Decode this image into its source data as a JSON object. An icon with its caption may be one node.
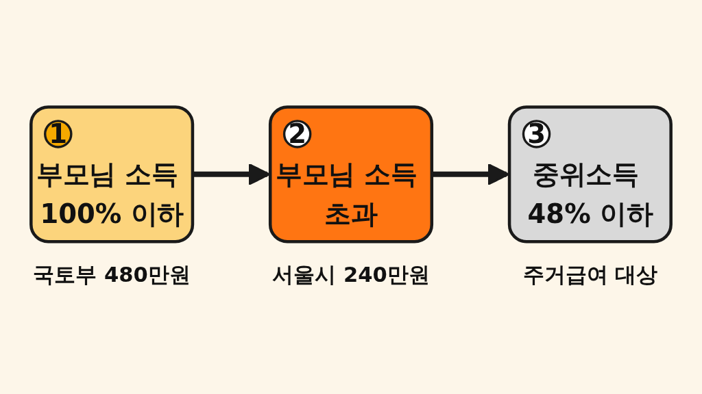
{
  "diagram": {
    "nodes": [
      {
        "text": [
          "부모님 소득 100% 이하"
        ],
        "beside": [
          "국토부 480만원"
        ]
      },
      {
        "text": [
          "1"
        ],
        "in": 0
      },
      {
        "text": [
          "부모님 소득 초과"
        ],
        "beside": [
          "서울시 240만원"
        ]
      },
      {
        "text": [
          "2"
        ],
        "in": 2
      },
      {
        "text": [
          "중위소득 48% 이하"
        ],
        "beside": [
          "주거급여 대상"
        ]
      },
      {
        "text": [
          "3"
        ],
        "in": 4
      }
    ],
    "edges": [
      {
        "from": 0,
        "to": 2,
        "arrow": "to"
      },
      {
        "from": 2,
        "to": 4,
        "arrow": "to"
      }
    ]
  }
}
